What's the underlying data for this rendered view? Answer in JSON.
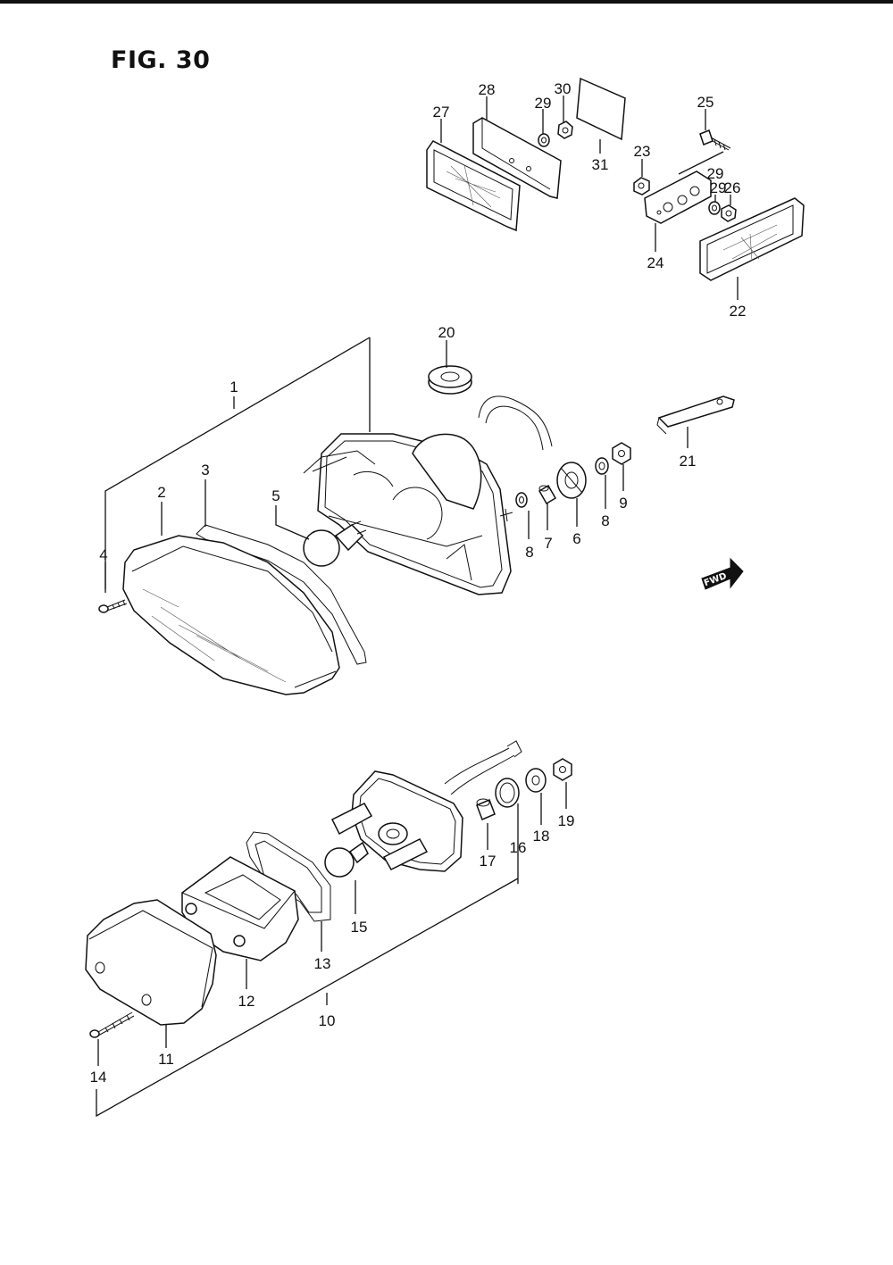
{
  "figure": {
    "title": "FIG. 30"
  },
  "fwd_badge": "FWD",
  "callouts": {
    "c1": "1",
    "c2": "2",
    "c3": "3",
    "c4": "4",
    "c5": "5",
    "c6": "6",
    "c7": "7",
    "c8a": "8",
    "c8b": "8",
    "c9": "9",
    "c10": "10",
    "c11": "11",
    "c12": "12",
    "c13": "13",
    "c14": "14",
    "c15": "15",
    "c16": "16",
    "c17": "17",
    "c18": "18",
    "c19": "19",
    "c20": "20",
    "c21": "21",
    "c22": "22",
    "c23": "23",
    "c24": "24",
    "c25": "25",
    "c26": "26",
    "c27": "27",
    "c28": "28",
    "c29a": "29",
    "c29b": "29",
    "c29c": "29",
    "c30": "30",
    "c31": "31"
  }
}
